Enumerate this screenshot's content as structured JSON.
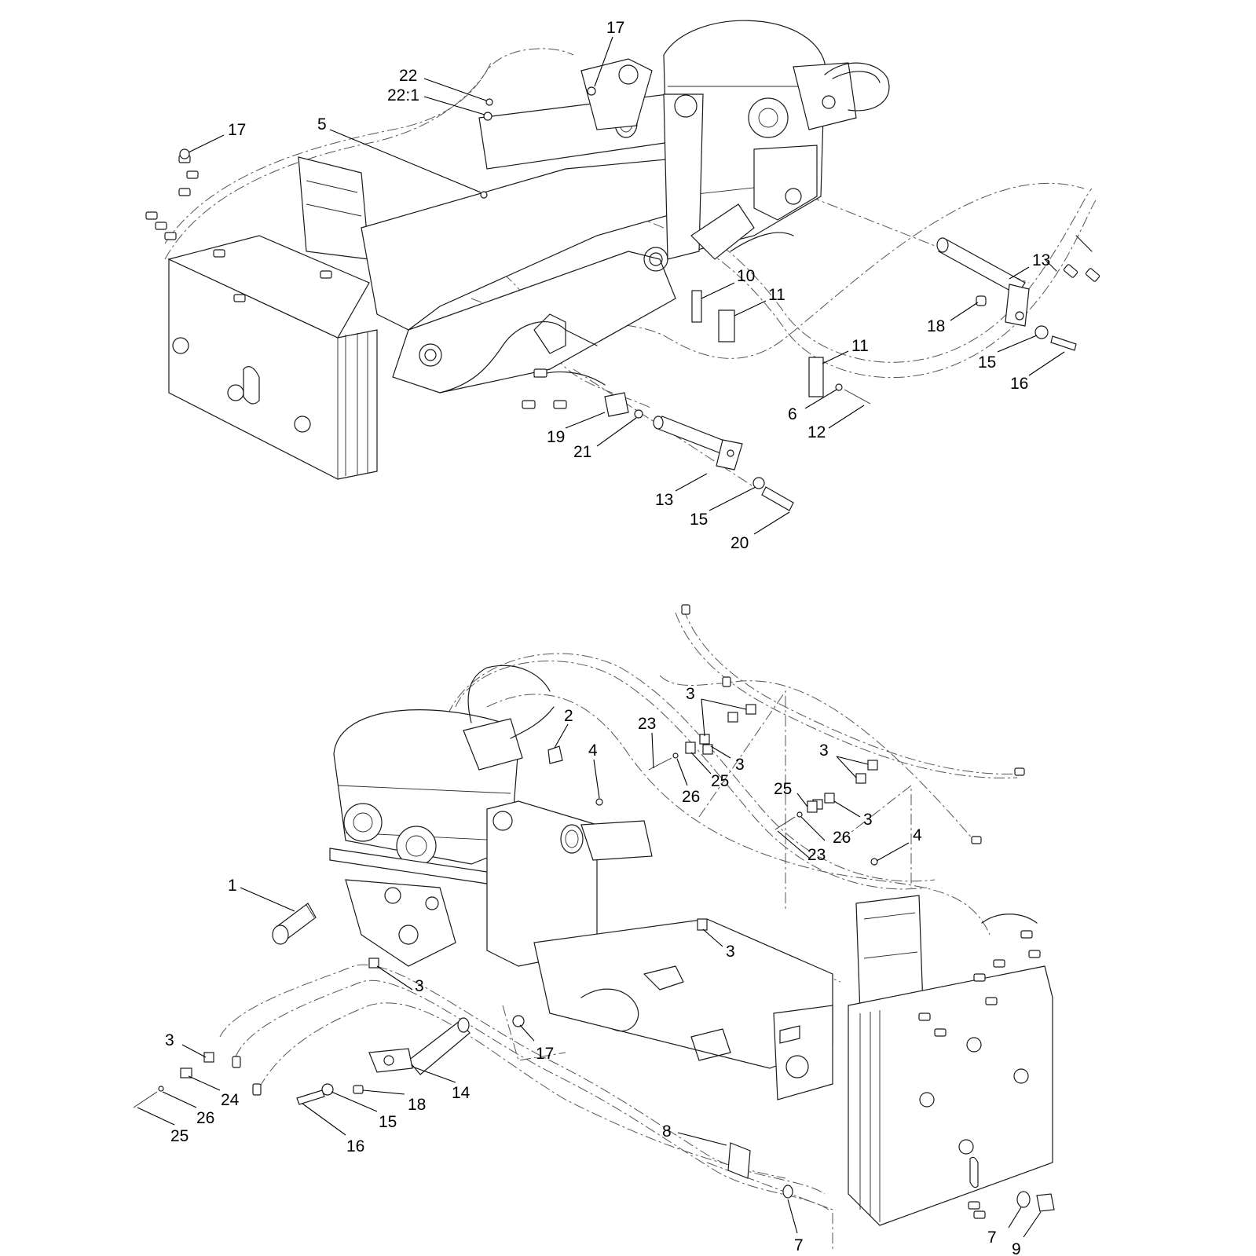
{
  "callouts_top": [
    {
      "id": "t17a",
      "text": "17"
    },
    {
      "id": "t22",
      "text": "22"
    },
    {
      "id": "t22-1",
      "text": "22:1"
    },
    {
      "id": "t17b",
      "text": "17"
    },
    {
      "id": "t5",
      "text": "5"
    },
    {
      "id": "t10",
      "text": "10"
    },
    {
      "id": "t11a",
      "text": "11"
    },
    {
      "id": "t13a",
      "text": "13"
    },
    {
      "id": "t18",
      "text": "18"
    },
    {
      "id": "t15a",
      "text": "15"
    },
    {
      "id": "t16",
      "text": "16"
    },
    {
      "id": "t11b",
      "text": "11"
    },
    {
      "id": "t6",
      "text": "6"
    },
    {
      "id": "t12",
      "text": "12"
    },
    {
      "id": "t19",
      "text": "19"
    },
    {
      "id": "t21",
      "text": "21"
    },
    {
      "id": "t13b",
      "text": "13"
    },
    {
      "id": "t15b",
      "text": "15"
    },
    {
      "id": "t20",
      "text": "20"
    }
  ],
  "callouts_bottom": [
    {
      "id": "b2",
      "text": "2"
    },
    {
      "id": "b4a",
      "text": "4"
    },
    {
      "id": "b23a",
      "text": "23"
    },
    {
      "id": "b3a",
      "text": "3"
    },
    {
      "id": "b3b",
      "text": "3"
    },
    {
      "id": "b25a",
      "text": "25"
    },
    {
      "id": "b26a",
      "text": "26"
    },
    {
      "id": "b3c",
      "text": "3"
    },
    {
      "id": "b25b",
      "text": "25"
    },
    {
      "id": "b3d",
      "text": "3"
    },
    {
      "id": "b26b",
      "text": "26"
    },
    {
      "id": "b23b",
      "text": "23"
    },
    {
      "id": "b4b",
      "text": "4"
    },
    {
      "id": "b1",
      "text": "1"
    },
    {
      "id": "b3e",
      "text": "3"
    },
    {
      "id": "b3f",
      "text": "3"
    },
    {
      "id": "b17",
      "text": "17"
    },
    {
      "id": "b3g",
      "text": "3"
    },
    {
      "id": "b24",
      "text": "24"
    },
    {
      "id": "b26c",
      "text": "26"
    },
    {
      "id": "b25c",
      "text": "25"
    },
    {
      "id": "b18",
      "text": "18"
    },
    {
      "id": "b14",
      "text": "14"
    },
    {
      "id": "b15",
      "text": "15"
    },
    {
      "id": "b16",
      "text": "16"
    },
    {
      "id": "b8",
      "text": "8"
    },
    {
      "id": "b7a",
      "text": "7"
    },
    {
      "id": "b7b",
      "text": "7"
    },
    {
      "id": "b9",
      "text": "9"
    }
  ]
}
